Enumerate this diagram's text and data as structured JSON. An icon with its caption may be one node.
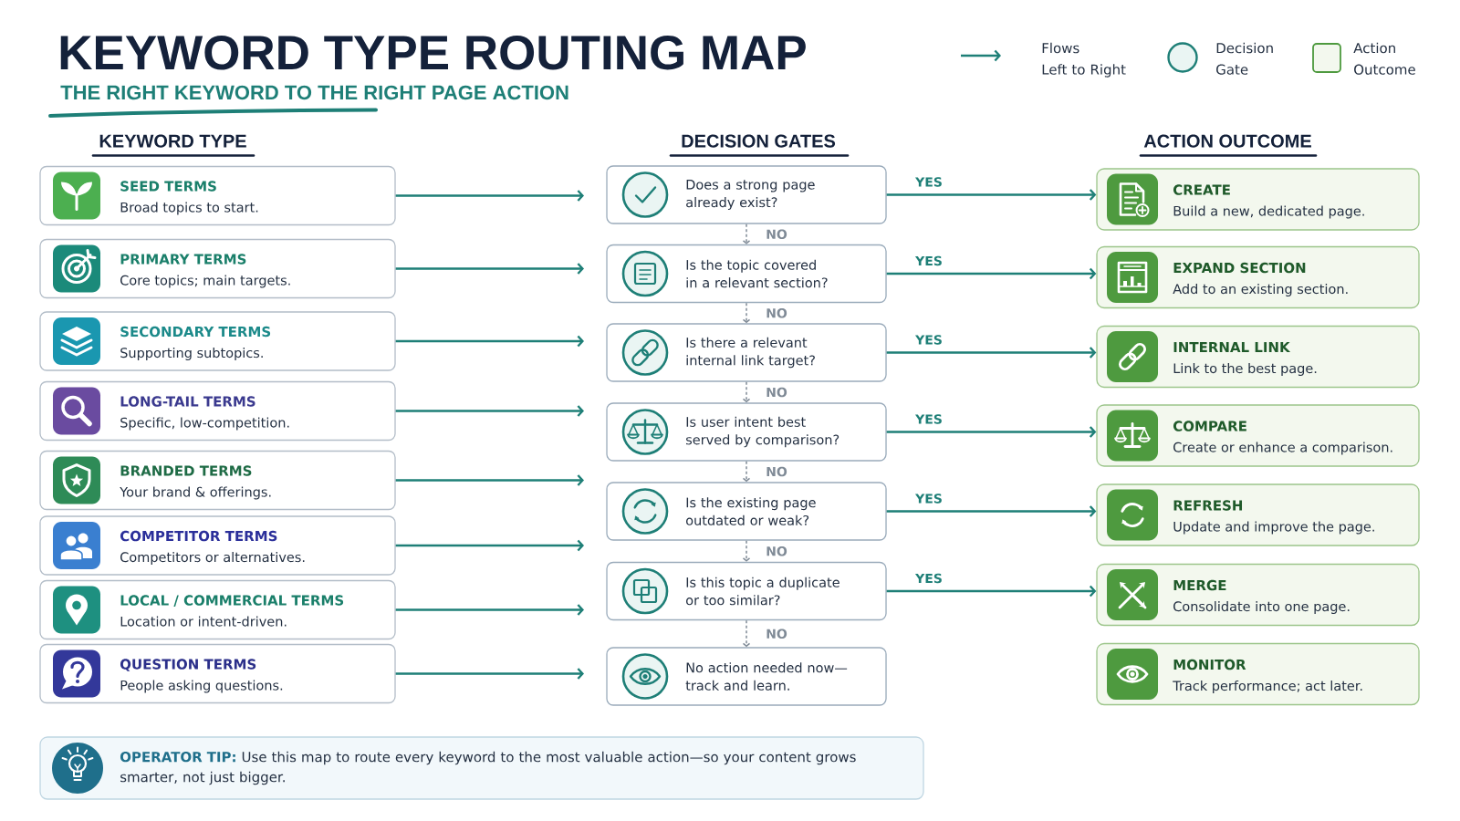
{
  "diagram": {
    "title": "KEYWORD TYPE ROUTING MAP",
    "nodes": [
      {
        "text": [
          "SEED TERMS",
          "Broad topics to start."
        ]
      },
      {
        "text": [
          "PRIMARY TERMS",
          "Core topics; main targets."
        ]
      },
      {
        "text": [
          "SECONDARY TERMS",
          "Supporting subtopics."
        ]
      },
      {
        "text": [
          "LONG-TAIL TERMS",
          "Specific, low-competition."
        ]
      },
      {
        "text": [
          "BRANDED TERMS",
          "Your brand & offerings."
        ]
      },
      {
        "text": [
          "COMPETITOR TERMS",
          "Competitors or alternatives."
        ]
      },
      {
        "text": [
          "LOCAL / COMMERCIAL TERMS",
          "Location or intent-driven."
        ]
      },
      {
        "text": [
          "QUESTION TERMS",
          "People asking questions."
        ]
      },
      {
        "text": [
          "Does a strong page already exist?"
        ]
      },
      {
        "text": [
          "Is the topic covered in a relevant section?"
        ]
      },
      {
        "text": [
          "Is there a relevant internal link target?"
        ]
      },
      {
        "text": [
          "Is user intent best served by comparison?"
        ]
      },
      {
        "text": [
          "Is the existing page outdated or weak?"
        ]
      },
      {
        "text": [
          "Is this topic a duplicate or too similar?"
        ]
      },
      {
        "text": [
          "No action needed now— track and learn."
        ]
      },
      {
        "text": [
          "CREATE",
          "Build a new, dedicated page."
        ]
      },
      {
        "text": [
          "EXPAND SECTION",
          "Add to an existing section."
        ]
      },
      {
        "text": [
          "INTERNAL LINK",
          "Link to the best page."
        ]
      },
      {
        "text": [
          "COMPARE",
          "Create or enhance a comparison."
        ]
      },
      {
        "text": [
          "REFRESH",
          "Update and improve the page."
        ]
      },
      {
        "text": [
          "MERGE",
          "Consolidate into one page."
        ]
      },
      {
        "text": [
          "MONITOR",
          "Track performance; act later."
        ]
      },
      {
        "text": [
          "OPERATOR TIP:",
          "Use this map to route every keyword to the most valuable action—so your content grows smarter, not just bigger."
        ]
      }
    ],
    "edges": [
      {
        "from": 0,
        "to": null,
        "arrow": "to"
      },
      {
        "from": 1,
        "to": null,
        "arrow": "to"
      },
      {
        "from": 2,
        "to": null,
        "arrow": "to"
      },
      {
        "from": 3,
        "to": null,
        "arrow": "to"
      },
      {
        "from": 4,
        "to": null,
        "arrow": "to"
      },
      {
        "from": 5,
        "to": null,
        "arrow": "to"
      },
      {
        "from": 6,
        "to": null,
        "arrow": "to"
      },
      {
        "from": 7,
        "to": null,
        "arrow": "to"
      },
      {
        "from": 8,
        "to": 15,
        "arrow": "to",
        "label": "YES"
      },
      {
        "from": 9,
        "to": 16,
        "arrow": "to",
        "label": "YES"
      },
      {
        "from": 10,
        "to": 17,
        "arrow": "to",
        "label": "YES"
      },
      {
        "from": 11,
        "to": 18,
        "arrow": "to",
        "label": "YES"
      },
      {
        "from": 12,
        "to": 19,
        "arrow": "to",
        "label": "YES"
      },
      {
        "from": 13,
        "to": 20,
        "arrow": "to",
        "label": "YES"
      },
      {
        "from": 8,
        "to": 9,
        "arrow": "to",
        "label": "NO",
        "style": "dashed",
        "color": "#7f8a96"
      },
      {
        "from": 9,
        "to": 10,
        "arrow": "to",
        "label": "NO",
        "style": "dashed",
        "color": "#7f8a96"
      },
      {
        "from": 10,
        "to": 11,
        "arrow": "to",
        "label": "NO",
        "style": "dashed",
        "color": "#7f8a96"
      },
      {
        "from": 11,
        "to": 12,
        "arrow": "to",
        "label": "NO",
        "style": "dashed",
        "color": "#7f8a96"
      },
      {
        "from": 12,
        "to": 13,
        "arrow": "to",
        "label": "NO",
        "style": "dashed",
        "color": "#7f8a96"
      },
      {
        "from": 13,
        "to": 14,
        "arrow": "to",
        "label": "NO",
        "style": "dashed",
        "color": "#7f8a96"
      }
    ],
    "labels": [
      "THE RIGHT KEYWORD TO THE RIGHT PAGE ACTION",
      "KEYWORD TYPE",
      "DECISION GATES",
      "ACTION OUTCOME"
    ],
    "legend": [
      {
        "text": "Flows Left to Right"
      },
      {
        "text": "Decision Gate"
      },
      {
        "text": "Action Outcome"
      }
    ]
  }
}
